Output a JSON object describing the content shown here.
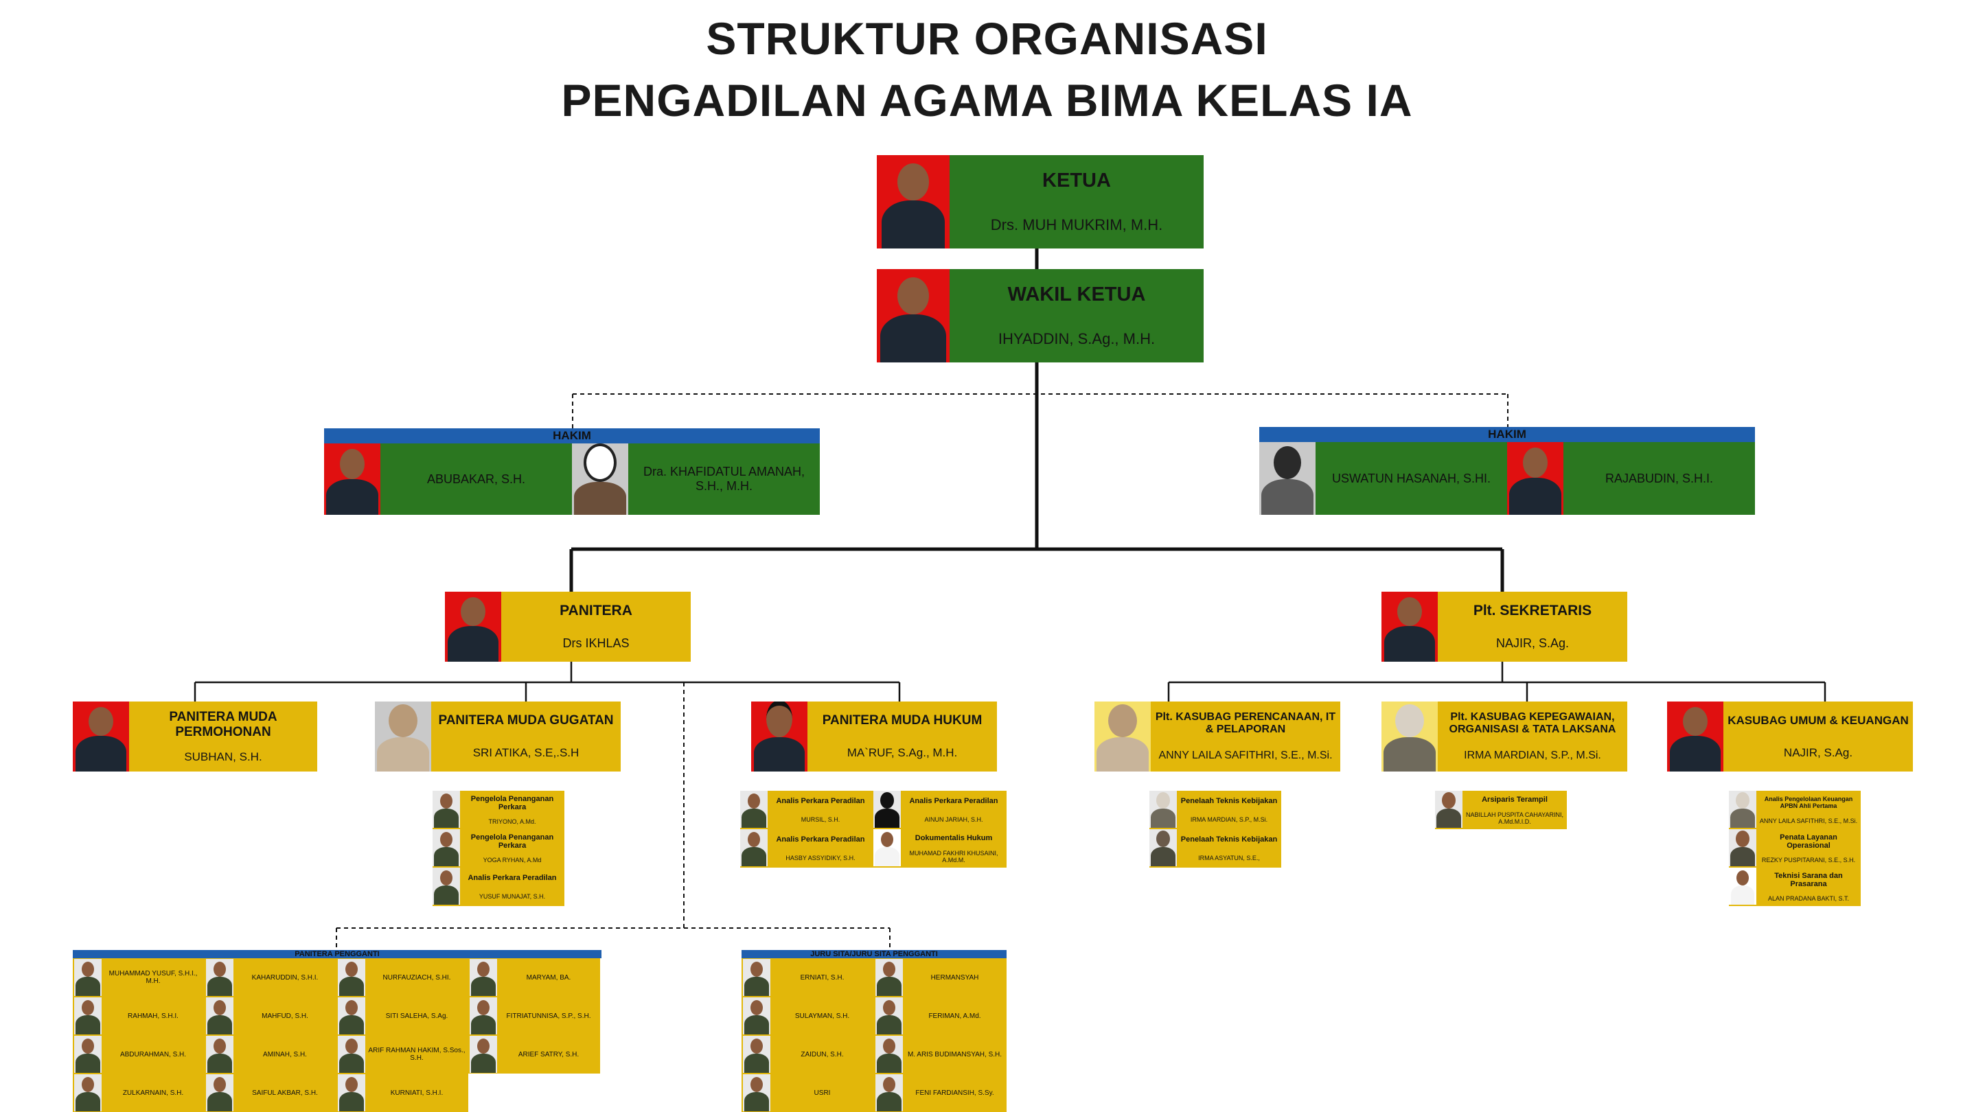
{
  "title": {
    "line1": "STRUKTUR ORGANISASI",
    "line2": "PENGADILAN AGAMA BIMA KELAS IA"
  },
  "colors": {
    "green": "#2b7720",
    "gold": "#e2b70a",
    "blue": "#1f5fae",
    "red": "#e01010"
  },
  "ketua": {
    "role": "KETUA",
    "name": "Drs. MUH MUKRIM, M.H."
  },
  "wakil": {
    "role": "WAKIL KETUA",
    "name": "IHYADDIN, S.Ag., M.H."
  },
  "hakim_left": {
    "label": "HAKIM",
    "members": [
      "ABUBAKAR, S.H.",
      "Dra. KHAFIDATUL AMANAH, S.H., M.H."
    ]
  },
  "hakim_right": {
    "label": "HAKIM",
    "members": [
      "USWATUN HASANAH, S.HI.",
      "RAJABUDIN, S.H.I."
    ]
  },
  "panitera": {
    "role": "PANITERA",
    "name": "Drs IKHLAS"
  },
  "sekretaris": {
    "role": "Plt. SEKRETARIS",
    "name": "NAJIR, S.Ag."
  },
  "pm_permohonan": {
    "role": "PANITERA MUDA PERMOHONAN",
    "name": "SUBHAN, S.H."
  },
  "pm_gugatan": {
    "role": "PANITERA MUDA GUGATAN",
    "name": "SRI ATIKA, S.E,.S.H"
  },
  "pm_hukum": {
    "role": "PANITERA MUDA HUKUM",
    "name": "MA`RUF, S.Ag., M.H."
  },
  "kasubag_perencanaan": {
    "role": "Plt. KASUBAG PERENCANAAN, IT & PELAPORAN",
    "name": "ANNY LAILA SAFITHRI, S.E., M.Si."
  },
  "kasubag_kepegawaian": {
    "role": "Plt. KASUBAG KEPEGAWAIAN, ORGANISASI & TATA LAKSANA",
    "name": "IRMA MARDIAN, S.P., M.Si."
  },
  "kasubag_umum": {
    "role": "KASUBAG UMUM & KEUANGAN",
    "name": "NAJIR, S.Ag."
  },
  "gugatan_staff": [
    {
      "role": "Pengelola Penanganan Perkara",
      "name": "TRIYONO, A.Md."
    },
    {
      "role": "Pengelola Penanganan Perkara",
      "name": "YOGA RYHAN, A.Md"
    },
    {
      "role": "Analis Perkara Peradilan",
      "name": "YUSUF MUNAJAT, S.H."
    }
  ],
  "hukum_staff": [
    {
      "role": "Analis Perkara Peradilan",
      "name": "MURSIL, S.H."
    },
    {
      "role": "Analis Perkara Peradilan",
      "name": "AINUN JARIAH, S.H."
    },
    {
      "role": "Analis Perkara Peradilan",
      "name": "HASBY ASSYIDIKY, S.H."
    },
    {
      "role": "Dokumentalis Hukum",
      "name": "MUHAMAD FAKHRI KHUSAINI, A.Md.M."
    }
  ],
  "perencanaan_staff": [
    {
      "role": "Penelaah Teknis Kebijakan",
      "name": "IRMA MARDIAN, S.P., M.Si."
    },
    {
      "role": "Penelaah Teknis Kebijakan",
      "name": "IRMA ASYATUN, S.E.,"
    }
  ],
  "kepegawaian_staff": [
    {
      "role": "Arsiparis Terampil",
      "name": "NABILLAH PUSPITA CAHAYARINI, A.Md.M.I.D."
    }
  ],
  "umum_staff": [
    {
      "role": "Analis Pengelolaan Keuangan APBN Ahli Pertama",
      "name": "ANNY LAILA SAFITHRI, S.E., M.Si."
    },
    {
      "role": "Penata Layanan Operasional",
      "name": "REZKY PUSPITARANI, S.E., S.H."
    },
    {
      "role": "Teknisi Sarana dan Prasarana",
      "name": "ALAN PRADANA BAKTI, S.T."
    }
  ],
  "panitera_pengganti": {
    "label": "PANITERA PENGGANTI",
    "members": [
      "MUHAMMAD YUSUF, S.H.I., M.H.",
      "KAHARUDDIN, S.H.I.",
      "NURFAUZIACH, S.HI.",
      "MARYAM, BA.",
      "RAHMAH, S.H.I.",
      "MAHFUD, S.H.",
      "SITI SALEHA, S.Ag.",
      "FITRIATUNNISA, S.P., S.H.",
      "ABDURAHMAN, S.H.",
      "AMINAH, S.H.",
      "ARIF RAHMAN HAKIM, S.Sos., S.H.",
      "ARIEF SATRY, S.H.",
      "ZULKARNAIN, S.H.",
      "SAIFUL AKBAR, S.H.",
      "KURNIATI, S.H.I."
    ]
  },
  "juru_sita": {
    "label": "JURU SITA/JURU SITA PENGGANTI",
    "members": [
      "ERNIATI, S.H.",
      "HERMANSYAH",
      "SULAYMAN, S.H.",
      "FERIMAN, A.Md.",
      "ZAIDUN, S.H.",
      "M. ARIS BUDIMANSYAH, S.H.",
      "USRI",
      "FENI FARDIANSIH, S.Sy."
    ]
  }
}
